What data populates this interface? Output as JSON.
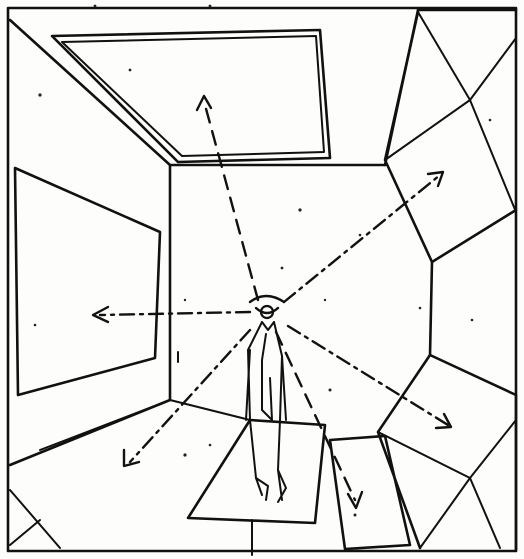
{
  "figure": {
    "subject": "observer-in-room-gaze-diagram",
    "ink_color": "#111111",
    "paper_color": "#fdfdfb",
    "gaze_lines": [
      {
        "target": "ceiling-panel",
        "style": "dashed"
      },
      {
        "target": "upper-right-panel",
        "style": "dash-dot"
      },
      {
        "target": "left-wall-panel",
        "style": "dash-dot"
      },
      {
        "target": "floor-left",
        "style": "dash-dot"
      },
      {
        "target": "floor-right-panel",
        "style": "dashed"
      },
      {
        "target": "lower-right-panel",
        "style": "dash-dot"
      }
    ],
    "panels": [
      "ceiling-panel",
      "left-wall-panel",
      "upper-right-panel",
      "lower-right-panel",
      "floor-platform",
      "floor-right-panel"
    ]
  }
}
